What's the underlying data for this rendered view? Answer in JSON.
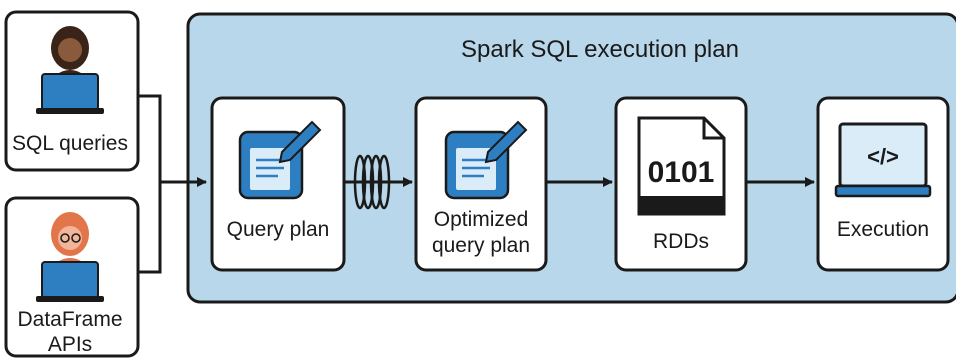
{
  "title": "Spark SQL execution plan",
  "inputs": [
    {
      "label_lines": [
        "SQL queries"
      ],
      "icon": "person-laptop-icon"
    },
    {
      "label_lines": [
        "DataFrame",
        "APIs"
      ],
      "icon": "person-laptop-glasses-icon"
    }
  ],
  "stages": [
    {
      "label_lines": [
        "Query plan"
      ],
      "icon": "edit-document-icon"
    },
    {
      "label_lines": [
        "Optimized",
        "query plan"
      ],
      "icon": "edit-document-icon"
    },
    {
      "label_lines": [
        "RDDs"
      ],
      "icon": "binary-file-icon",
      "icon_text": "0101"
    },
    {
      "label_lines": [
        "Execution"
      ],
      "icon": "code-monitor-icon",
      "icon_text": "</>"
    }
  ],
  "colors": {
    "panel_fill": "#b9d7ea",
    "stroke": "#1a1a1a",
    "icon_blue": "#2d7fc1",
    "icon_light": "#d9ecf8",
    "skin_dark": "#8a5a3c",
    "hair_dark": "#3a2418",
    "hair_red": "#e2764a",
    "skin_light": "#f2b59a"
  }
}
